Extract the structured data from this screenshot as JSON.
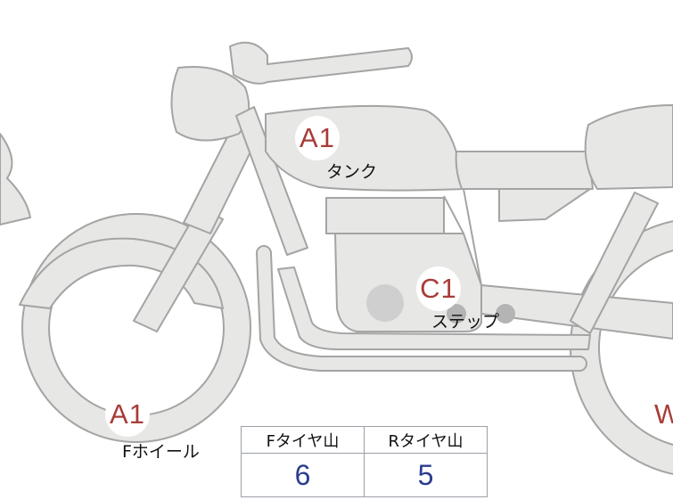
{
  "badges": {
    "tank": "A1",
    "step": "C1",
    "front_wheel": "A1",
    "rear_partial": "W"
  },
  "labels": {
    "tank": "タンク",
    "step": "ステップ",
    "front_wheel": "Fホイール"
  },
  "tread_table": {
    "headers": [
      "Fタイヤ山",
      "Rタイヤ山"
    ],
    "values": [
      "6",
      "5"
    ]
  },
  "colors": {
    "body_fill": "#e7e7e5",
    "body_stroke": "#a4a4a4",
    "badge_text": "#a83c38",
    "value_text": "#2a3d8f",
    "table_border": "#9aa0a8"
  }
}
